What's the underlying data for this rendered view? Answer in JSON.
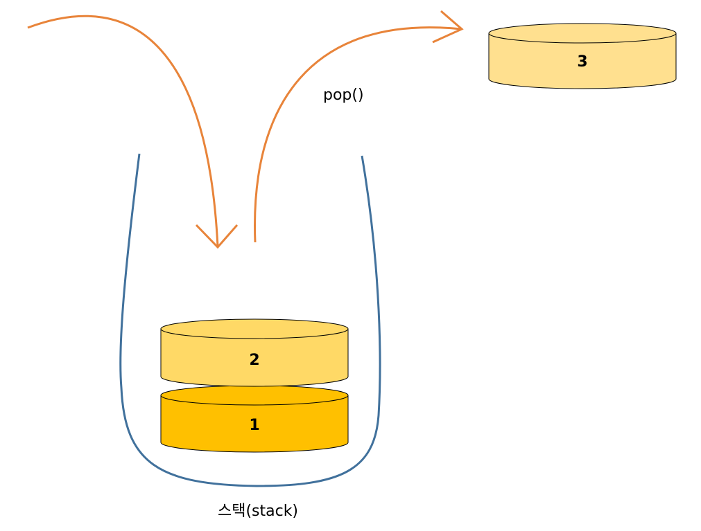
{
  "diagram": {
    "pop_label": "pop()",
    "stack_label": "스택(stack)",
    "disks": {
      "popped": "3",
      "top": "2",
      "bottom": "1"
    }
  },
  "colors": {
    "arrow": "#E8843A",
    "container": "#41719C",
    "disk_light": "#FFE08F",
    "disk_medium": "#FFD966",
    "disk_dark": "#FFC000",
    "disk_outline": "#000000"
  }
}
